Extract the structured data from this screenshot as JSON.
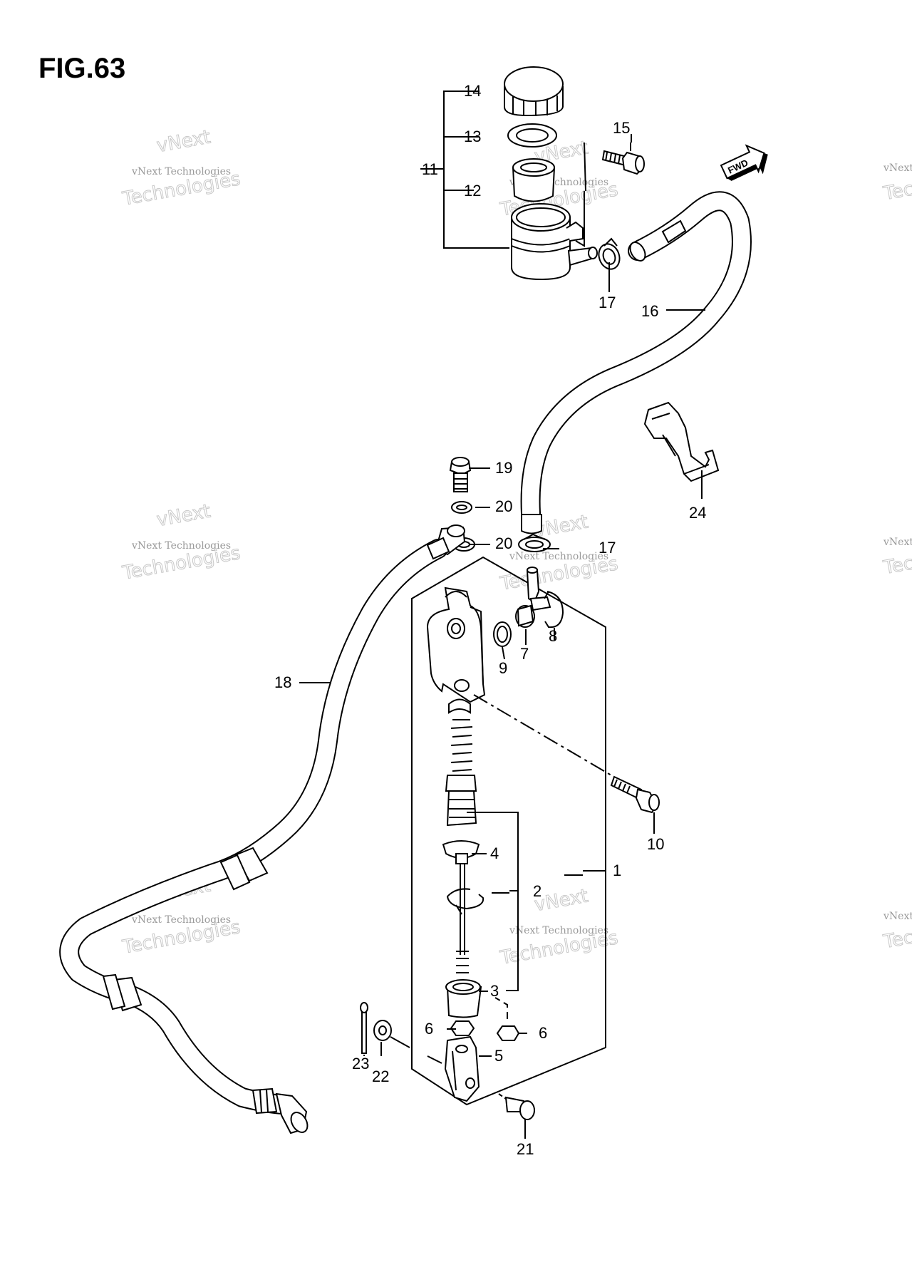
{
  "figure": {
    "title": "FIG.63"
  },
  "direction_badge": {
    "label": "FWD"
  },
  "callouts": {
    "c1": "1",
    "c2": "2",
    "c3": "3",
    "c4": "4",
    "c5": "5",
    "c6a": "6",
    "c6b": "6",
    "c7": "7",
    "c8": "8",
    "c9": "9",
    "c10": "10",
    "c11": "11",
    "c12": "12",
    "c13": "13",
    "c14": "14",
    "c15": "15",
    "c16": "16",
    "c17a": "17",
    "c17b": "17",
    "c18": "18",
    "c19": "19",
    "c20a": "20",
    "c20b": "20",
    "c21": "21",
    "c22": "22",
    "c23": "23",
    "c24": "24"
  },
  "watermark": {
    "small": "vNext Technologies",
    "big": "Technologies",
    "top": "vNext"
  }
}
